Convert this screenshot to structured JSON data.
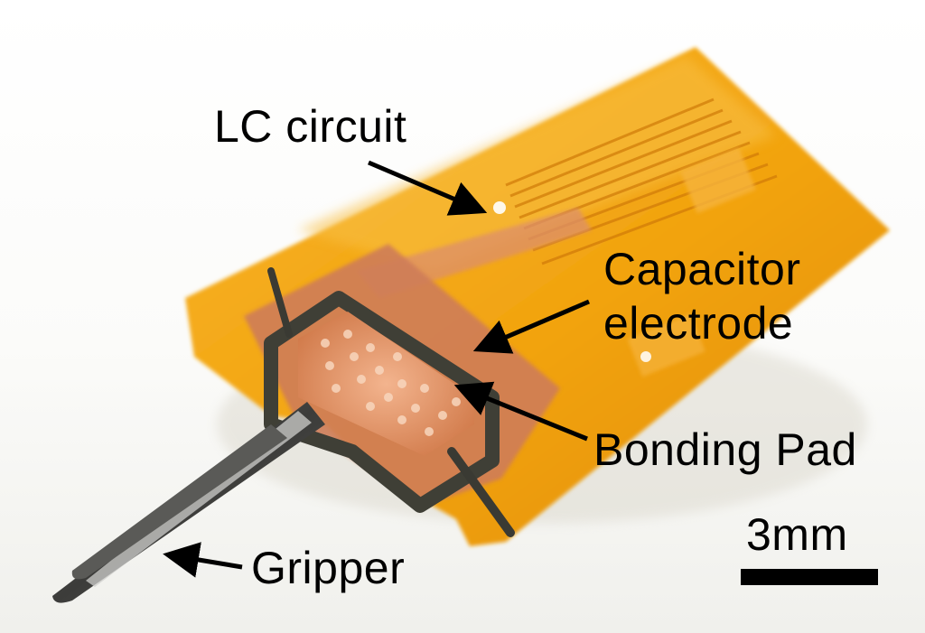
{
  "labels": {
    "lc_circuit": "LC circuit",
    "capacitor_line1": "Capacitor",
    "capacitor_line2": "electrode",
    "bonding_pad": "Bonding Pad",
    "gripper": "Gripper",
    "scale": "3mm"
  },
  "colors": {
    "polyimide": "#f2a30f",
    "polyimide_dark": "#d97e06",
    "copper": "#d98455",
    "copper_light": "#f1b58d",
    "frame": "#3f3f36",
    "gripper_metal": "#4b4b49",
    "background": "#ffffff",
    "text": "#000000"
  }
}
